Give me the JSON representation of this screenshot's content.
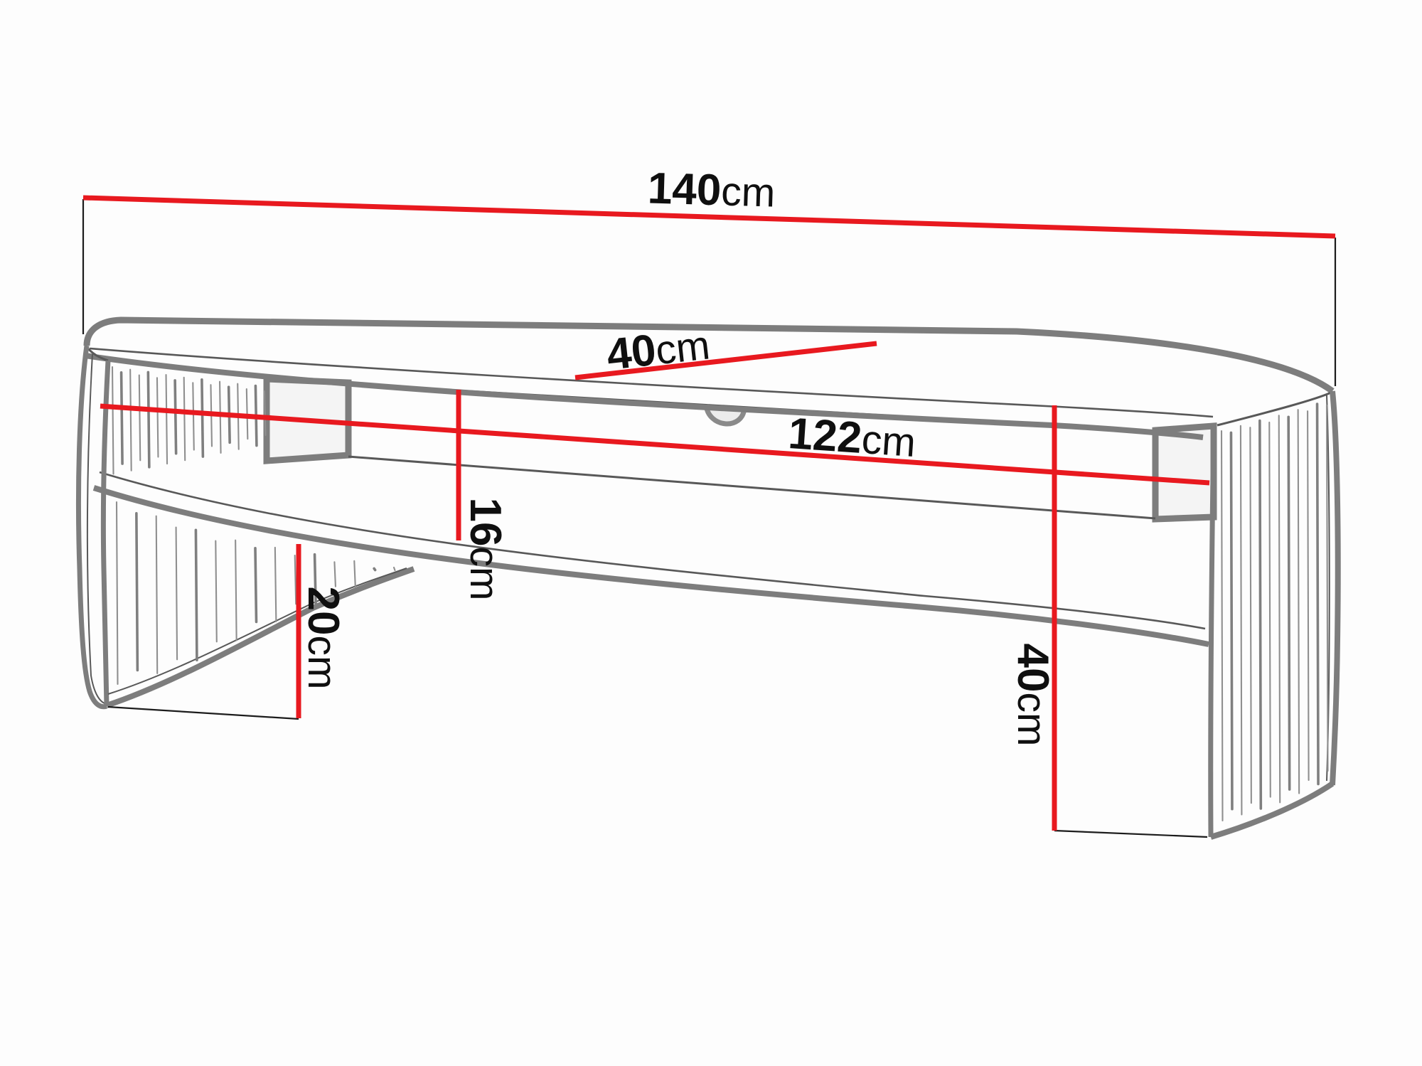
{
  "diagram": {
    "type": "furniture-dimension-drawing",
    "subject": "Oval TV stand with fluted curved legs, open shelf and cable hole",
    "unit": "cm",
    "colors": {
      "dimension_line": "#e8191f",
      "drawing_outline": "#7d7d7d",
      "label_text": "#0f0f0f",
      "background": "#fdfdfd"
    },
    "dimensions": {
      "width": {
        "num": "140",
        "unit": "cm"
      },
      "depth": {
        "num": "40",
        "unit": "cm"
      },
      "inner_width": {
        "num": "122",
        "unit": "cm"
      },
      "compartment_height": {
        "num": "16",
        "unit": "cm"
      },
      "leg_height": {
        "num": "20",
        "unit": "cm"
      },
      "body_height": {
        "num": "40",
        "unit": "cm"
      }
    }
  }
}
